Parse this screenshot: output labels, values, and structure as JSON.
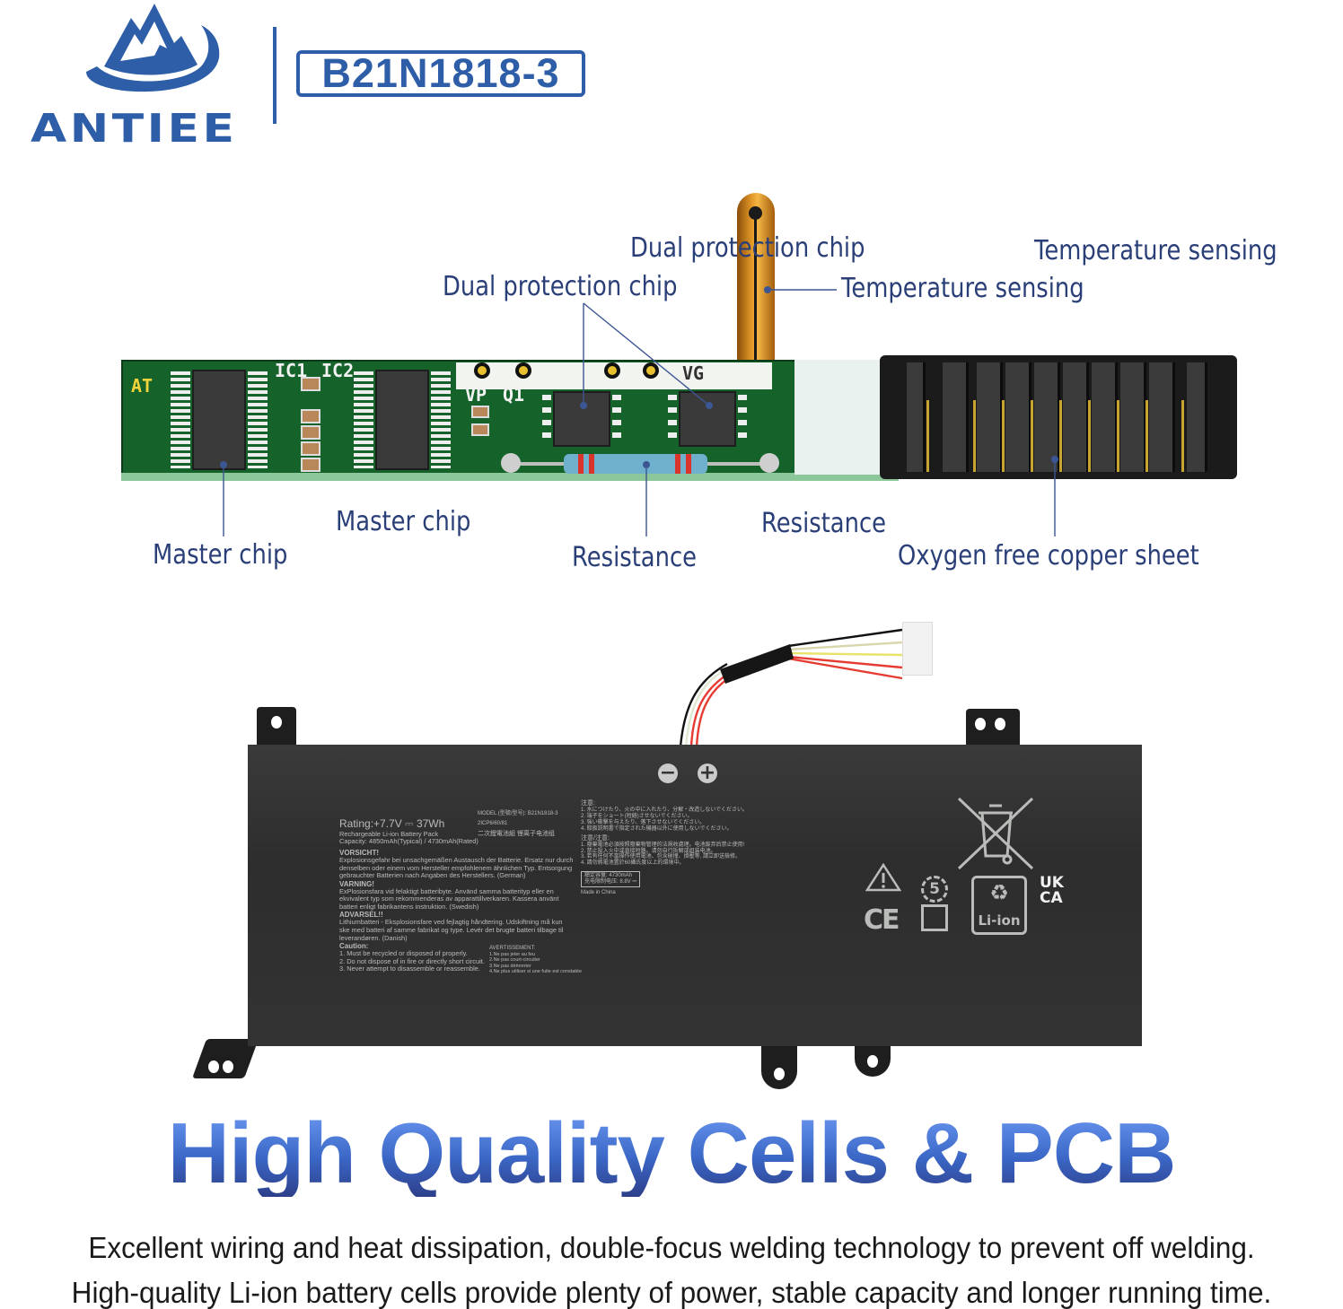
{
  "brand": {
    "name": "ANTIEE",
    "logo_icon": "mountain-swoosh-logo",
    "model": "B21N1818-3",
    "accent_color": "#2f5ea8"
  },
  "pcb_diagram": {
    "callouts_top": [
      {
        "id": "dual-protection-chip-a",
        "label": "Dual protection chip"
      },
      {
        "id": "dual-protection-chip-b",
        "label": "Dual protection chip"
      },
      {
        "id": "temperature-sensing-a",
        "label": "Temperature sensing"
      },
      {
        "id": "temperature-sensing-b",
        "label": "Temperature sensing"
      }
    ],
    "callouts_bottom": [
      {
        "id": "master-chip-a",
        "label": "Master chip"
      },
      {
        "id": "master-chip-b",
        "label": "Master chip"
      },
      {
        "id": "resistance-a",
        "label": "Resistance"
      },
      {
        "id": "resistance-b",
        "label": "Resistance"
      },
      {
        "id": "oxygen-free-copper",
        "label": "Oxygen free copper sheet"
      }
    ],
    "silkscreen": {
      "at": "AT",
      "ic1": "IC1",
      "ic2": "IC2",
      "vp": "VP",
      "q1": "Q1",
      "vg": "VG"
    },
    "label_color": "#2a3f78"
  },
  "battery": {
    "terminals": [
      "−",
      "+"
    ],
    "rating": "Rating:+7.7V ⎓ 37Wh",
    "pack_type": "Rechargeable Li-ion Battery Pack",
    "capacity": "Capacity: 4850mAh(Typical) / 4730mAh(Rated)",
    "model_line": "MODEL (型號/型号): B21N1818-3",
    "cell_code": "2ICP6/60/81",
    "cn_type": "二次鋰電池組    锂离子电池组",
    "warnings": [
      {
        "heading": "VORSICHT!",
        "body": "Explosionsgefahr bei unsachgemäßen Austausch der Batterie. Ersatz nur durch denselben oder einem vom Hersteller empfohlenem ähnlichen Typ. Entsorgung gebrauchter Batterien nach Angaben des Herstellers. (German)"
      },
      {
        "heading": "VARNING!",
        "body": "ExPlosionsfara vid felaktigt batteribyte. Använd samma batterityp eller en ekvivalent typ som rekommenderas av apparattillverkaren. Kassera använt batteri enligt fabrikantens instruktion. (Swedish)"
      },
      {
        "heading": "ADVARSEL!!",
        "body": "Lithiumbatteri - Eksplosionsfare ved fejlagtig håndtering. Udskiftning må kun ske med batteri af samme fabrikat og type. Levér det brugte batteri tilbage til leverandøren. (Danish)"
      }
    ],
    "caution": {
      "heading": "Caution:",
      "items": [
        "1. Must be recycled or disposed of properly.",
        "2. Do not dispose of in fire or directly short circuit.",
        "3. Never attempt to disassemble or reassemble."
      ]
    },
    "avertissement": {
      "heading": "AVERTISSEMENT:",
      "items": [
        "1.Ne pas jeter au feu",
        "2.Ne pas court-circuiter",
        "3.Ne pas démonter",
        "4.Ne plus utiliser si une fuite est constatée"
      ]
    },
    "jp_notes": {
      "heading": "注意:",
      "items": [
        "1. 水につけたり、火の中に入れたり、分解・改造しないでください。",
        "2. 端子をショート(短絡)させないでください。",
        "3. 強い衝撃を与えたり、落下させないでください。",
        "4. 取扱説明書で指定された機器以外に使用しないでください。"
      ]
    },
    "cn_notes": {
      "heading": "注意/注意:",
      "items": [
        "1. 廢棄電池必須按照廢棄物管理的法規收處理。电池废弃后禁止使用!",
        "2. 禁止投入火中或直接短路。请勿自行拆解或组装电池。",
        "3. 若有任何不當操作使用電池、包含碰撞、擠壓等, 請立即送檢修。",
        "4. 請勿將電池置於60攝氏度以上的環境中。"
      ]
    },
    "rated_box": [
      "額定容量: 4730mAh",
      "充电限制电压: 8.8V ⎓"
    ],
    "made_in": "Made in China",
    "marks": {
      "ukca_line1": "UK",
      "ukca_line2": "CA",
      "ce": "CE",
      "li_ion": "Li-ion",
      "epup_years": "5"
    },
    "icons": [
      "crossed-bin-icon",
      "warning-triangle-icon",
      "epup-5-icon",
      "recycle-icon",
      "ce-mark-icon",
      "li-ion-recycle-icon",
      "ukca-mark-icon"
    ]
  },
  "headline": "High Quality Cells & PCB",
  "description": [
    "Excellent wiring and heat dissipation, double-focus welding technology to prevent off welding.",
    "High-quality Li-ion battery cells provide plenty of power, stable capacity and longer running time."
  ]
}
